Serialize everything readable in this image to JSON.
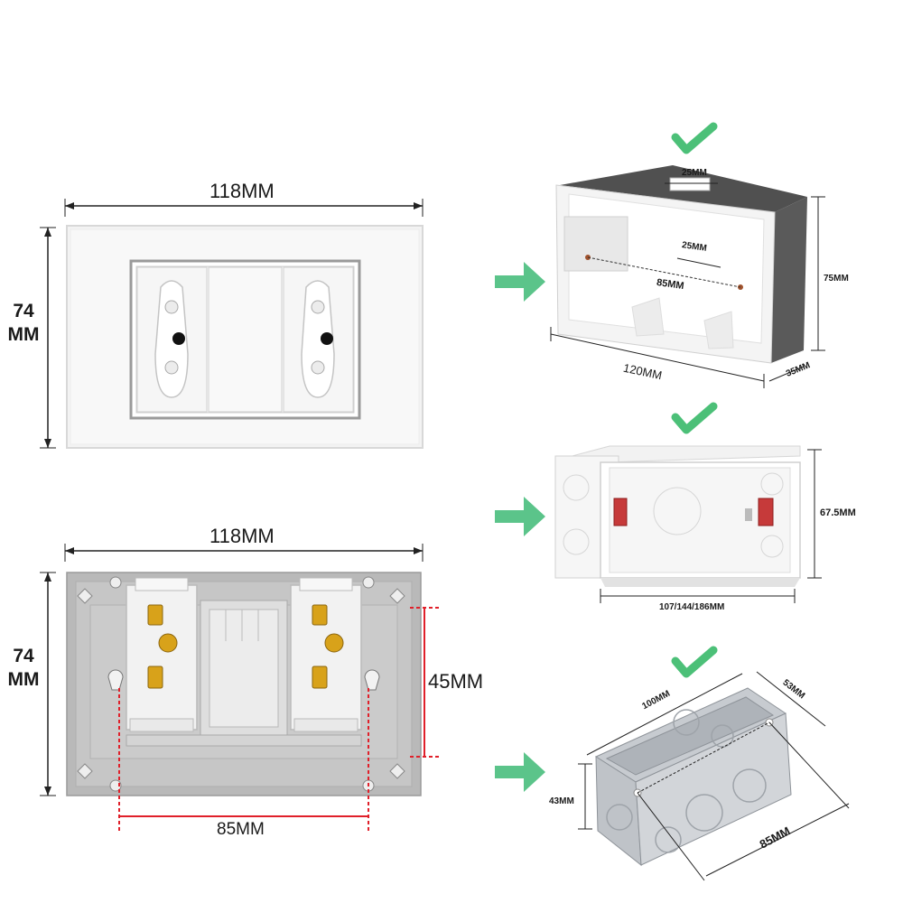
{
  "front_panel": {
    "width_label": "118MM",
    "height_label_line1": "74",
    "height_label_line2": "MM"
  },
  "back_panel": {
    "width_label": "118MM",
    "height_label_line1": "74",
    "height_label_line2": "MM",
    "mount_height_label": "45MM",
    "mount_width_label": "85MM"
  },
  "plastic_box": {
    "top_slot_label": "25MM",
    "inner_slot_label": "25MM",
    "hole_spacing_label": "85MM",
    "length_label": "120MM",
    "height_label": "75MM",
    "depth_label": "35MM"
  },
  "white_box": {
    "height_label": "67.5MM",
    "length_label": "107/144/186MM"
  },
  "metal_box": {
    "length_label": "100MM",
    "width_label": "53MM",
    "height_label": "43MM",
    "hole_spacing_label": "85MM"
  },
  "colors": {
    "check_green": "#4cc078",
    "arrow_green": "#5bc48a",
    "dim_red": "#e0202a",
    "outlet_black": "#111111"
  }
}
